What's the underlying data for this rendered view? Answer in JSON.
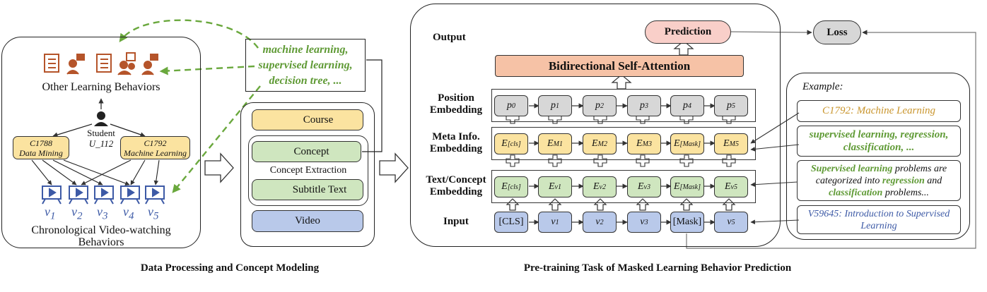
{
  "left": {
    "other_behaviors_label": "Other Learning Behaviors",
    "student_label": "Student",
    "student_id": "U_112",
    "course_a": {
      "id": "C1788",
      "name": "Data Mining"
    },
    "course_b": {
      "id": "C1792",
      "name": "Machine Learning"
    },
    "videos": [
      "v",
      "v",
      "v",
      "v",
      "v"
    ],
    "video_subs": [
      "1",
      "2",
      "3",
      "4",
      "5"
    ],
    "video_behaviors_label": "Chronological Video-watching Behaviors",
    "concepts_text": [
      "machine learning,",
      "supervised learning,",
      "decision tree, ..."
    ]
  },
  "middle": {
    "course": "Course",
    "concept": "Concept",
    "concept_extraction": "Concept Extraction",
    "subtitle_text": "Subtitle Text",
    "video": "Video"
  },
  "right": {
    "output_label": "Output",
    "prediction": "Prediction",
    "loss": "Loss",
    "attention": "Bidirectional Self-Attention",
    "position_label": [
      "Position",
      "Embedding"
    ],
    "meta_label": [
      "Meta Info.",
      "Embedding"
    ],
    "text_label": [
      "Text/Concept",
      "Embedding"
    ],
    "input_label": "Input",
    "position_tokens": [
      {
        "b": "p",
        "s": "0"
      },
      {
        "b": "p",
        "s": "1"
      },
      {
        "b": "p",
        "s": "2"
      },
      {
        "b": "p",
        "s": "3"
      },
      {
        "b": "p",
        "s": "4"
      },
      {
        "b": "p",
        "s": "5"
      }
    ],
    "meta_tokens": [
      {
        "b": "E",
        "s": "[cls]"
      },
      {
        "b": "E",
        "s": "M1"
      },
      {
        "b": "E",
        "s": "M2"
      },
      {
        "b": "E",
        "s": "M3"
      },
      {
        "b": "E",
        "s": "[Mask]"
      },
      {
        "b": "E",
        "s": "M5"
      }
    ],
    "text_tokens": [
      {
        "b": "E",
        "s": "[cls]"
      },
      {
        "b": "E",
        "s": "v1"
      },
      {
        "b": "E",
        "s": "v2"
      },
      {
        "b": "E",
        "s": "v3"
      },
      {
        "b": "E",
        "s": "[Mask]"
      },
      {
        "b": "E",
        "s": "v5"
      }
    ],
    "input_tokens": [
      {
        "b": "[CLS]",
        "s": ""
      },
      {
        "b": "v",
        "s": "1"
      },
      {
        "b": "v",
        "s": "2"
      },
      {
        "b": "v",
        "s": "3"
      },
      {
        "b": "[Mask]",
        "s": ""
      },
      {
        "b": "v",
        "s": "5"
      }
    ]
  },
  "example": {
    "title": "Example:",
    "course": "C1792: Machine Learning",
    "concepts": "supervised learning, regression, classification, ...",
    "subtitle_parts": [
      "Supervised learning",
      " problems are categorized into ",
      "regression",
      " and ",
      "classification",
      " problems..."
    ],
    "video": "V59645: Introduction to Supervised Learning"
  },
  "captions": {
    "left": "Data Processing and Concept Modeling",
    "right": "Pre-training Task of Masked Learning Behavior Prediction"
  },
  "colors": {
    "yellow": "#fbe3a0",
    "green": "#cfe6bf",
    "blue": "#b9c9ea",
    "orange_icon": "#b5542a",
    "green_text": "#5f9a35",
    "blue_text": "#3d5aa6"
  }
}
